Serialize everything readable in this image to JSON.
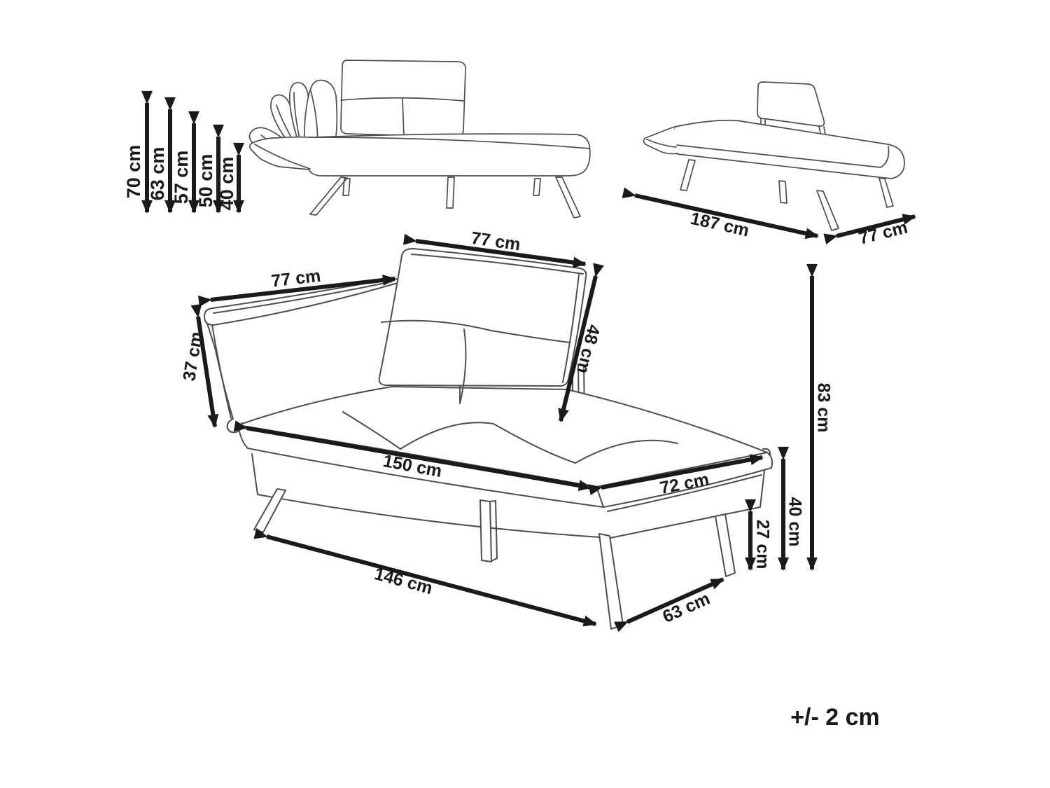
{
  "tolerance_note": "+/- 2 cm",
  "side_view": {
    "heights": [
      {
        "label": "70 cm"
      },
      {
        "label": "63 cm"
      },
      {
        "label": "57 cm"
      },
      {
        "label": "50 cm"
      },
      {
        "label": "40 cm"
      }
    ]
  },
  "bed_view": {
    "length": "187 cm",
    "width": "77 cm"
  },
  "perspective_view": {
    "backrest_width": "77 cm",
    "armrest_length": "77 cm",
    "armrest_height": "37 cm",
    "backrest_height": "48 cm",
    "seat_length": "150 cm",
    "seat_width": "72 cm",
    "base_length": "146 cm",
    "base_width": "63 cm",
    "clearance_height": "27 cm",
    "seat_height": "40 cm",
    "overall_height": "83 cm"
  }
}
